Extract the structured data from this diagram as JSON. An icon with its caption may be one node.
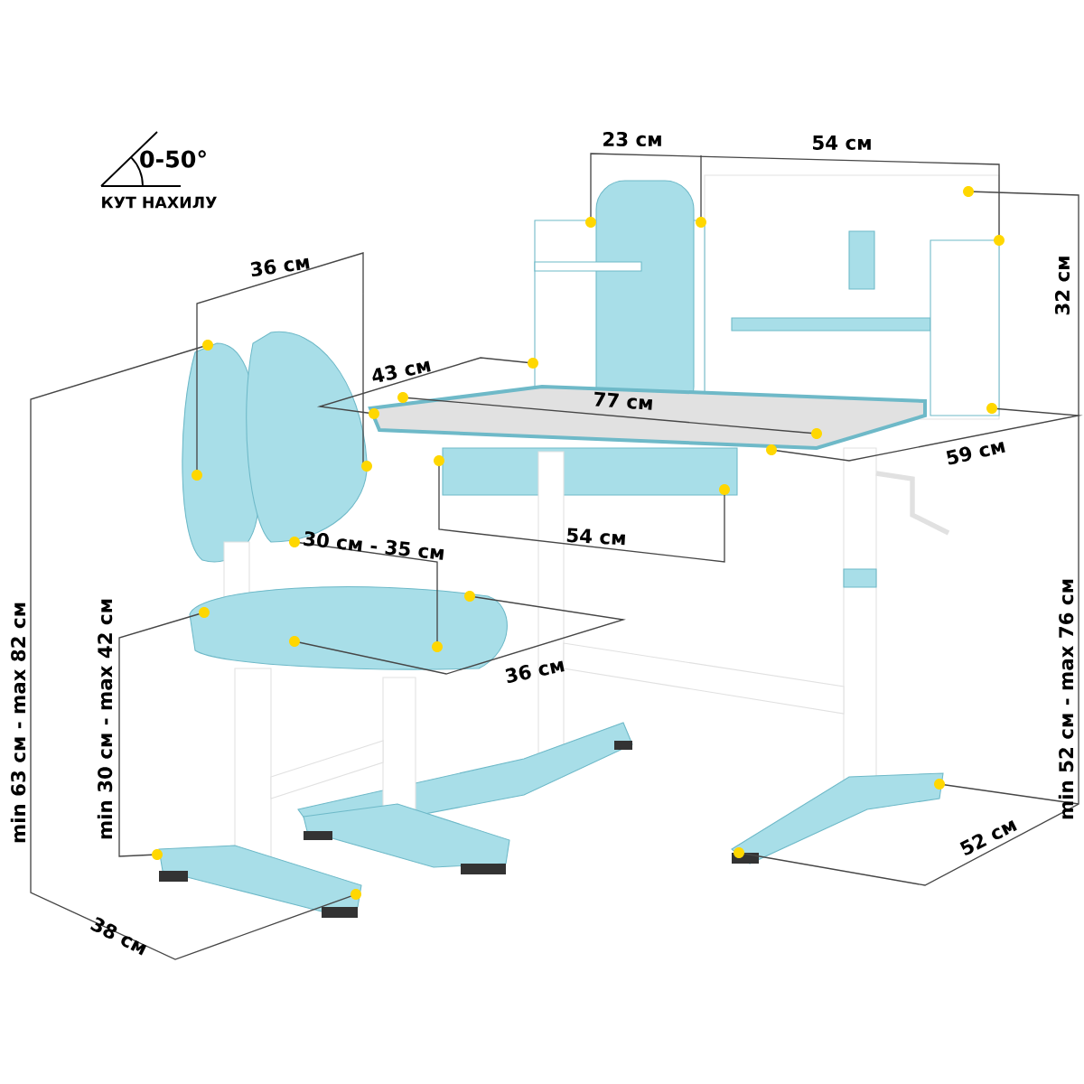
{
  "diagram": {
    "labels": [
      "0-50°",
      "КУТ НАХИЛУ",
      "23 см",
      "54 см",
      "36 см",
      "32 см",
      "43 см",
      "77 см",
      "59 см",
      "54 см",
      "30 см - 35 см",
      "36 см",
      "min 63 см - max 82 см",
      "min 30 см - max 42 см",
      "min 52 см - max 76 см",
      "52 см",
      "38 см"
    ]
  }
}
